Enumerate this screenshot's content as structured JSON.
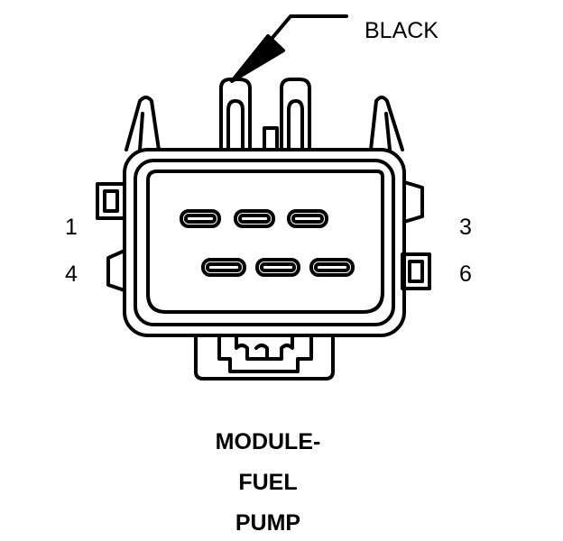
{
  "callout": {
    "wire_color": "BLACK"
  },
  "pins": {
    "p1": "1",
    "p3": "3",
    "p4": "4",
    "p6": "6"
  },
  "caption": {
    "line1": "MODULE-",
    "line2": "FUEL",
    "line3": "PUMP"
  }
}
